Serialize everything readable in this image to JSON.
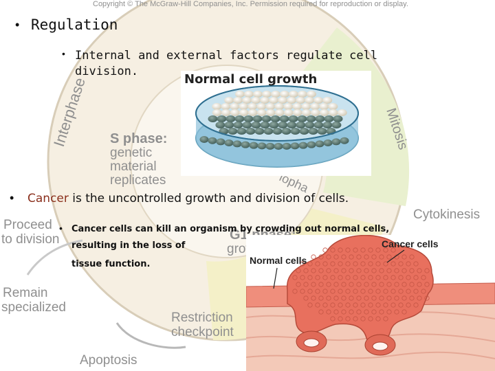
{
  "copyright": "Copyright © The McGraw-Hill Companies, Inc. Permission required for reproduction or display.",
  "background_diagram": {
    "interphase": "Interphase",
    "mitosis": "Mitosis",
    "s_phase": [
      "S phase:",
      "genetic",
      "material",
      "replicates"
    ],
    "telophase_fragment": "lopha",
    "g1_phase": "G1 phase:",
    "g1_fragment": "growth",
    "cytokinesis": "Cytokinesis",
    "proceed": [
      "Proceed",
      "to division"
    ],
    "remain": [
      "Remain",
      "specialized"
    ],
    "restriction": [
      "Restriction",
      "checkpoint"
    ],
    "apoptosis": "Apoptosis",
    "gap_fragment": "G"
  },
  "slide": {
    "bullet1": "Regulation",
    "bullet1_sub": [
      "Internal and external factors regulate cell",
      "division."
    ],
    "bullet2_word": "Cancer",
    "bullet2_rest": " is the uncontrolled growth and division of cells.",
    "bullet2_sub": [
      "Cancer cells can kill an organism by crowding out normal cells,",
      "resulting in the loss of",
      "tissue function."
    ]
  },
  "images": {
    "dish_title": "Normal cell growth",
    "normal_cells_label": "Normal cells",
    "cancer_cells_label": "Cancer cells"
  },
  "colors": {
    "cancer_word": "#8a2f1c",
    "ring_beige": "#f3ead8",
    "ring_green": "#e8f0c8",
    "tissue_pink": "#e87a6a"
  }
}
